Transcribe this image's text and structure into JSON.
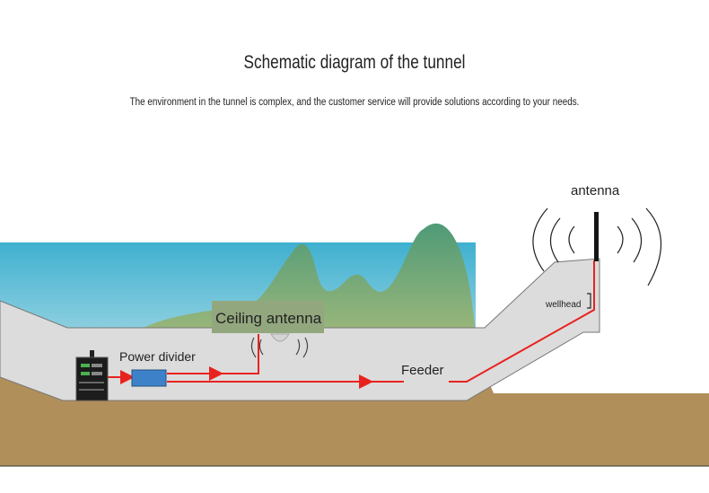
{
  "title": "Schematic diagram of the tunnel",
  "subtitle": "The environment in the tunnel is complex, and the customer service will provide solutions according to your needs.",
  "labels": {
    "antenna": "antenna",
    "wellhead": "wellhead",
    "ceiling_antenna": "Ceiling antenna",
    "power_divider": "Power divider",
    "feeder": "Feeder"
  },
  "colors": {
    "water": "#4fb6d4",
    "ground": "#b08f5a",
    "tunnel": "#dcdcdc",
    "feeder_line": "#e8231f",
    "hill": "#6aa88a"
  }
}
